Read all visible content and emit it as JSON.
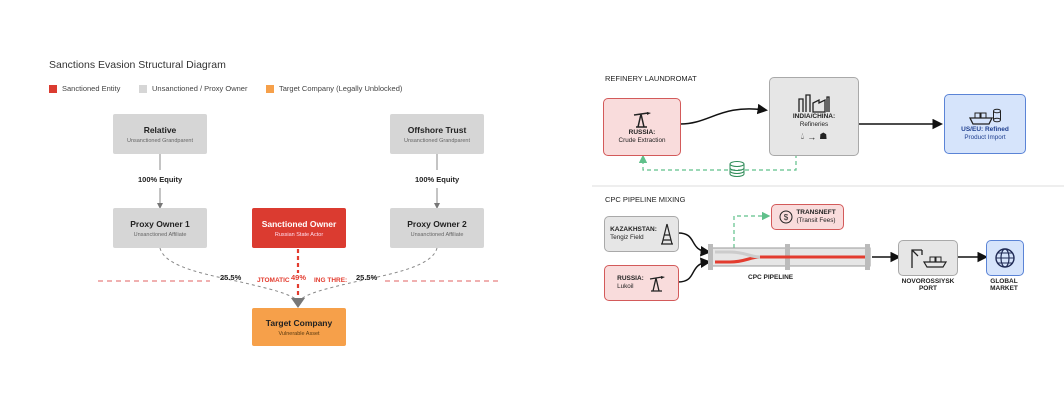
{
  "left": {
    "title": "Sanctions Evasion Structural Diagram",
    "legend": [
      {
        "label": "Sanctioned Entity",
        "color": "#db3b30"
      },
      {
        "label": "Unsanctioned / Proxy Owner",
        "color": "#d6d6d6"
      },
      {
        "label": "Target Company (Legally Unblocked)",
        "color": "#f6a04a"
      }
    ],
    "relative": {
      "title": "Relative",
      "subtitle": "Unsanctioned Grandparent"
    },
    "offshore": {
      "title": "Offshore Trust",
      "subtitle": "Unsanctioned Grandparent"
    },
    "equity_left": "100% Equity",
    "equity_right": "100% Equity",
    "proxy1": {
      "title": "Proxy Owner 1",
      "subtitle": "Unsanctioned Affiliate"
    },
    "sanctioned": {
      "title": "Sanctioned Owner",
      "subtitle": "Russian State Actor"
    },
    "proxy2": {
      "title": "Proxy Owner 2",
      "subtitle": "Unsanctioned Affiliate"
    },
    "pct_left": "25.5%",
    "pct_mid": "49%",
    "pct_right": "25.5%",
    "threshold_left": "JTOMATIC",
    "threshold_right": "ING THRE:",
    "target": {
      "title": "Target Company",
      "subtitle": "Vulnerable Asset"
    }
  },
  "refinery": {
    "header": "REFINERY LAUNDROMAT",
    "russia": {
      "title": "RUSSIA:",
      "subtitle": "Crude Extraction"
    },
    "india": {
      "title": "INDIA/CHINA:",
      "subtitle": "Refineries"
    },
    "useu": {
      "title": "US/EU: Refined",
      "subtitle": "Product Import"
    }
  },
  "cpc": {
    "header": "CPC PIPELINE MIXING",
    "kazakhstan": {
      "title": "KAZAKHSTAN:",
      "subtitle": "Tengiz Field"
    },
    "russia": {
      "title": "RUSSIA:",
      "subtitle": "Lukoil"
    },
    "transneft": {
      "title": "TRANSNEFT",
      "subtitle": "(Transit Fees)"
    },
    "pipeline_label": "CPC PIPELINE",
    "port_label_1": "NOVOROSSIYSK",
    "port_label_2": "PORT",
    "market_label_1": "GLOBAL",
    "market_label_2": "MARKET"
  },
  "icons": [
    "oil-pump-icon",
    "refinery-icon",
    "ship-icon",
    "money-icon",
    "oil-drop-icon",
    "arrow-icon",
    "factory-icon",
    "derrick-icon",
    "dollar-icon",
    "crane-icon",
    "globe-icon"
  ]
}
